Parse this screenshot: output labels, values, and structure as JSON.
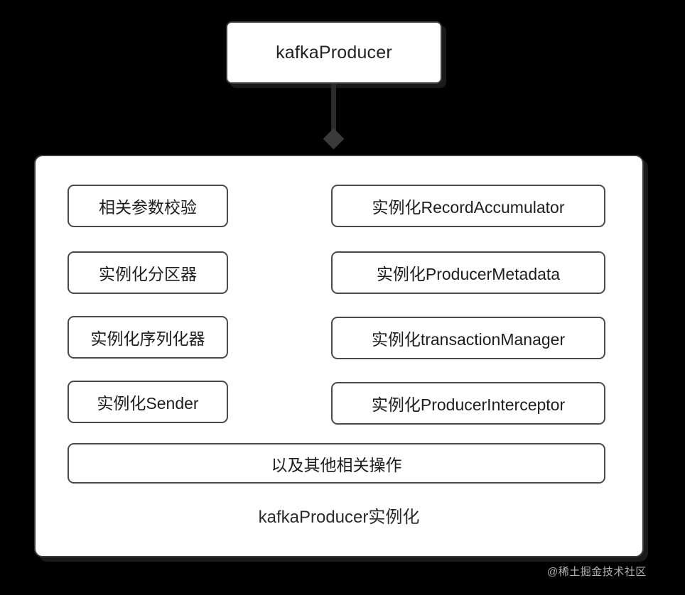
{
  "diagram": {
    "top_node": {
      "label": "kafkaProducer"
    },
    "connector": {
      "arrow_name": "diamond-arrow-head"
    },
    "container": {
      "caption": "kafkaProducer实例化",
      "left_column": [
        {
          "label": "相关参数校验"
        },
        {
          "label": "实例化分区器"
        },
        {
          "label": "实例化序列化器"
        },
        {
          "label": "实例化Sender"
        }
      ],
      "right_column": [
        {
          "label": "实例化RecordAccumulator"
        },
        {
          "label": "实例化ProducerMetadata"
        },
        {
          "label": "实例化transactionManager"
        },
        {
          "label": "实例化ProducerInterceptor"
        }
      ],
      "wide_node": {
        "label": "以及其他相关操作"
      }
    }
  },
  "watermark": {
    "text": "@稀土掘金技术社区"
  },
  "colors": {
    "background": "#000000",
    "node_fill": "#ffffff",
    "node_border": "#4a4a4a",
    "top_node_border": "#3b3b3b",
    "text": "#1e1e1e",
    "connector": "#2a2a2a",
    "watermark_text": "#d9d9d9"
  }
}
